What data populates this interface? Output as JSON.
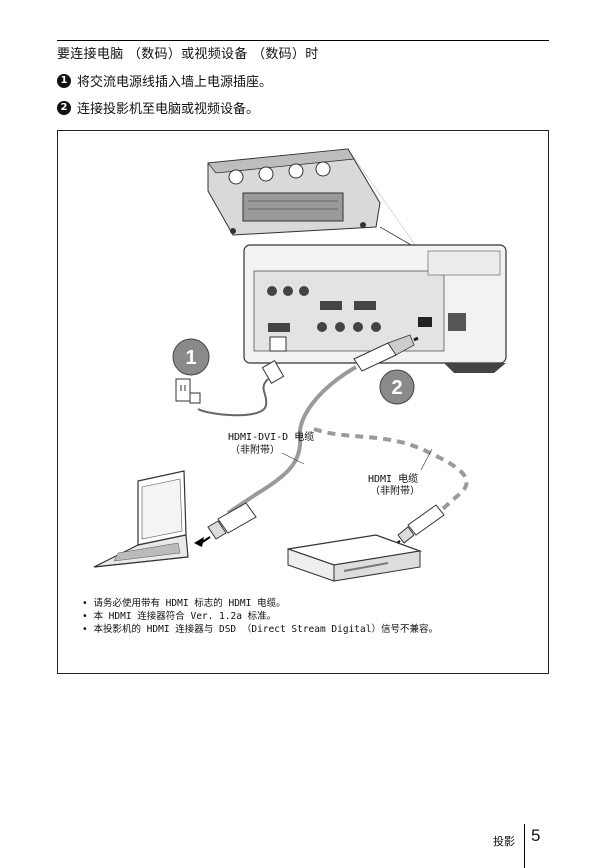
{
  "heading": "要连接电脑 （数码）或视频设备 （数码）时",
  "steps": [
    {
      "num": "1",
      "text": "将交流电源线插入墙上电源插座。"
    },
    {
      "num": "2",
      "text": "连接投影机至电脑或视频设备。"
    }
  ],
  "figure": {
    "badge1": "1",
    "badge2": "2",
    "cable1_line1": "HDMI-DVI-D 电缆",
    "cable1_line2": "（非附带）",
    "cable2_line1": "HDMI 电缆",
    "cable2_line2": "（非附带）"
  },
  "notes": [
    "• 请务必使用带有 HDMI 标志的 HDMI 电缆。",
    "• 本 HDMI 连接器符合 Ver. 1.2a 标准。",
    "• 本投影机的 HDMI 连接器与 DSD （Direct Stream Digital）信号不兼容。"
  ],
  "footer": {
    "label": "投影",
    "page": "5"
  }
}
